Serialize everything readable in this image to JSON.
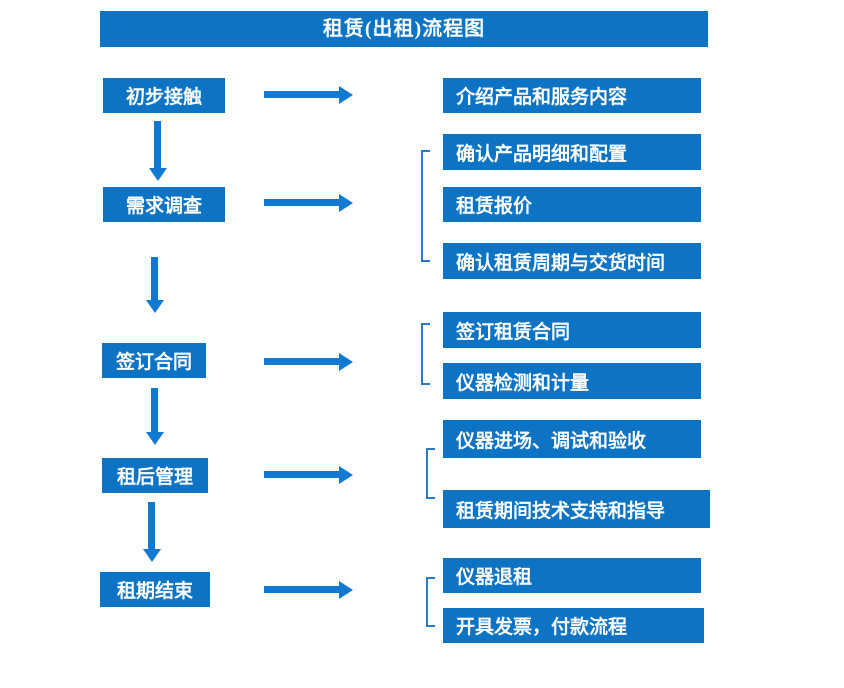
{
  "title": "租赁(出租)流程图",
  "colors": {
    "box": "#0d73c4",
    "arrow": "#1279d2",
    "bracket": "#2b7bc4",
    "text": "#ffffff",
    "background": "#ffffff"
  },
  "stages": [
    {
      "label": "初步接触",
      "outputs": [
        "介绍产品和服务内容"
      ]
    },
    {
      "label": "需求调查",
      "outputs": [
        "确认产品明细和配置",
        "租赁报价",
        "确认租赁周期与交货时间"
      ]
    },
    {
      "label": "签订合同",
      "outputs": [
        "签订租赁合同",
        "仪器检测和计量"
      ]
    },
    {
      "label": "租后管理",
      "outputs": [
        "仪器进场、调试和验收",
        "租赁期间技术支持和指导"
      ]
    },
    {
      "label": "租期结束",
      "outputs": [
        "仪器退租",
        "开具发票，付款流程"
      ]
    }
  ]
}
